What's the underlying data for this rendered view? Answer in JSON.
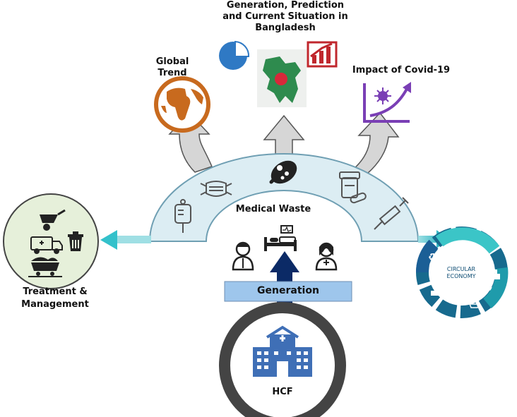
{
  "labels": {
    "global_trend": [
      "Global",
      "Trend"
    ],
    "bangladesh": [
      "Generation, Prediction",
      "and Current Situation in",
      "Bangladesh"
    ],
    "covid": "Impact of Covid-19",
    "medical_waste": "Medical Waste",
    "generation": "Generation",
    "treatment": [
      "Treatment &",
      "Management"
    ],
    "hcf": "HCF",
    "circular_economy": [
      "CIRCULAR",
      "ECONOMY"
    ]
  },
  "icons": [
    "globe-icon",
    "pie-chart-icon",
    "bar-chart-up-icon",
    "bangladesh-map-icon",
    "virus-growth-chart-icon",
    "face-mask-icon",
    "gloved-hand-icon",
    "pill-bottle-icon",
    "iv-bag-icon",
    "syringe-icon",
    "hospital-bed-icon",
    "doctor-icon",
    "nurse-icon",
    "hospital-building-icon",
    "wheelbarrow-icon",
    "ambulance-icon",
    "trash-bin-icon",
    "coal-cart-icon",
    "recycle-icon",
    "factory-icon",
    "truck-icon",
    "shopping-cart-icon"
  ],
  "colors": {
    "arc_fill": "#dcedf3",
    "arc_stroke": "#6f9fb3",
    "arrow_gray": "#d6d6d6",
    "generation_box": "#9ec6ec",
    "navy_arrow": "#0b2a66",
    "globe_orange": "#c86a1e",
    "chart_red": "#c0272d",
    "purple": "#7a3fb5",
    "hospital_blue": "#3f6fb6",
    "treatment_circle": "#e6f0da",
    "teal_arrow": "#33c1cb"
  }
}
